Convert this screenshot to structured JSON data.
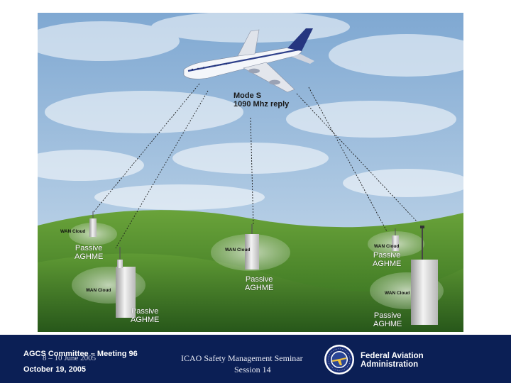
{
  "diagram": {
    "signal_label_line1": "Mode S",
    "signal_label_line2": "1090 Mhz reply",
    "stations": [
      {
        "cloud_label": "WAN Cloud",
        "name_line1": "Passive",
        "name_line2": "AGHME"
      },
      {
        "cloud_label": "WAN Cloud",
        "name_line1": "Passive",
        "name_line2": "AGHME"
      },
      {
        "cloud_label": "WAN Cloud",
        "name_line1": "Passive",
        "name_line2": "AGHME"
      },
      {
        "cloud_label": "WAN Cloud",
        "name_line1": "Passive",
        "name_line2": "AGHME"
      },
      {
        "cloud_label": "WAN Cloud",
        "name_line1": "Passive",
        "name_line2": "AGHME"
      }
    ],
    "colors": {
      "sky_top": "#8fb4d8",
      "sky_bottom": "#c9dced",
      "grass": "#4f8a2a",
      "footer": "#0b1f55"
    }
  },
  "footer": {
    "meeting": "AGCS Committee – Meeting 96",
    "dates": "8 – 10 June 2005",
    "date": "October 19, 2005",
    "seminar": "ICAO Safety Management Seminar",
    "session": "Session 14",
    "faa_line1": "Federal Aviation",
    "faa_line2": "Administration",
    "seal_icon": "faa-seal-icon"
  }
}
